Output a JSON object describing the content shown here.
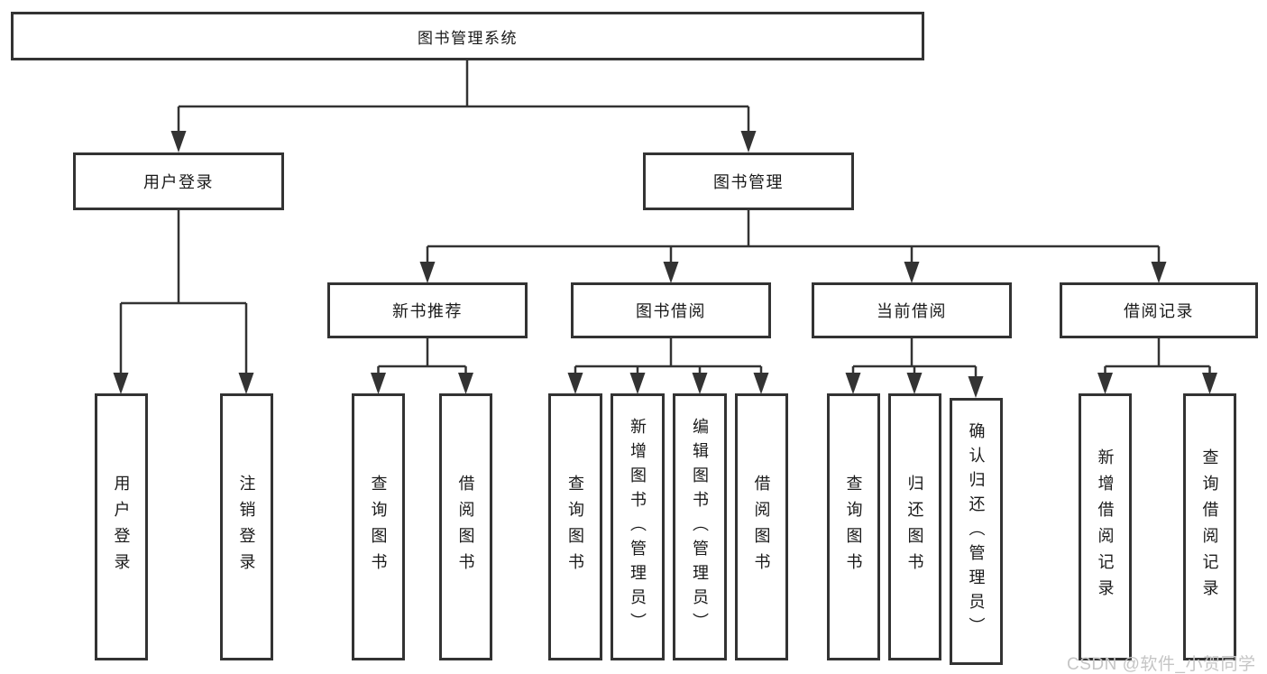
{
  "page": {
    "background": "#ffffff"
  },
  "diagram": {
    "line_color": "#333333",
    "text_color": "#1a1a1a",
    "root": {
      "label": "图书管理系统"
    },
    "level2": [
      {
        "label": "用户登录"
      },
      {
        "label": "图书管理"
      }
    ],
    "level3": [
      {
        "label": "新书推荐"
      },
      {
        "label": "图书借阅"
      },
      {
        "label": "当前借阅"
      },
      {
        "label": "借阅记录"
      }
    ],
    "leaves": {
      "login": [
        "用户登录",
        "注销登录"
      ],
      "newbook": [
        "查询图书",
        "借阅图书"
      ],
      "borrow": [
        "查询图书",
        "新增图书（管理员）",
        "编辑图书（管理员）",
        "借阅图书"
      ],
      "current": [
        "查询图书",
        "归还图书",
        "确认归还（管理员）"
      ],
      "records": [
        "新增借阅记录",
        "查询借阅记录"
      ]
    }
  },
  "watermark": {
    "text": "CSDN @软件_小贺同学",
    "color": "#c5c5c5"
  }
}
